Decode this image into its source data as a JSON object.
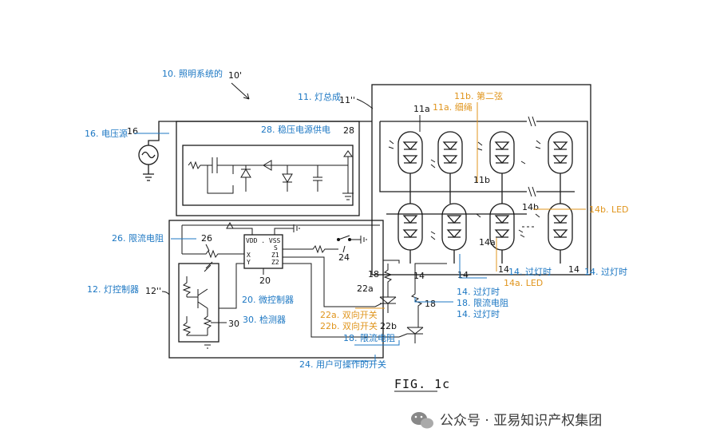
{
  "labels": {
    "l10": "10. 照明系统的",
    "l11": "11. 灯总成",
    "l11b": "11b. 第二弦",
    "l11a": "11a. 细绳",
    "l16": "16. 电压源",
    "l28": "28. 稳压电源供电",
    "l26": "26. 限流电阻",
    "l14b": "14b. LED",
    "l12": "12. 灯控制器",
    "l20": "20. 微控制器",
    "l30": "30. 检测器",
    "l14a_r": "14. 过灯时",
    "l14_rr": "14. 过灯时",
    "l14a": "14a. LED",
    "l14_m": "14. 过灯时",
    "l18_m": "18. 限流电阻",
    "l14_m2": "14. 过灯时",
    "l22a": "22a. 双向开关",
    "l22b": "22b. 双向开关",
    "l18_b": "18. 限流电阻",
    "l24": "24. 用户可操作的开关"
  },
  "refs": {
    "r10": "10'",
    "r11": "11''",
    "r11a": "11a",
    "r11b": "11b",
    "r16": "16",
    "r28": "28",
    "r26": "26",
    "r12": "12''",
    "r20": "20",
    "r24": "24",
    "r18a": "18",
    "r18b": "18",
    "r22a": "22a",
    "r22b": "22b",
    "r30": "30",
    "r14b": "14b",
    "r14a": "14a",
    "r14_1": "14",
    "r14_2": "14",
    "r14_3": "14",
    "r14_4": "14",
    "mcu_top": "VDD . VSS",
    "mcu_x": "X",
    "mcu_y": "Y",
    "mcu_s": "S",
    "mcu_z1": "Z1",
    "mcu_z2": "Z2"
  },
  "figure_caption": "FIG. 1c",
  "watermark": "公众号 · 亚易知识产权集团",
  "colors": {
    "callout_blue": "#1c77c3",
    "callout_orange": "#e0951d",
    "line": "#1a1a1a"
  }
}
